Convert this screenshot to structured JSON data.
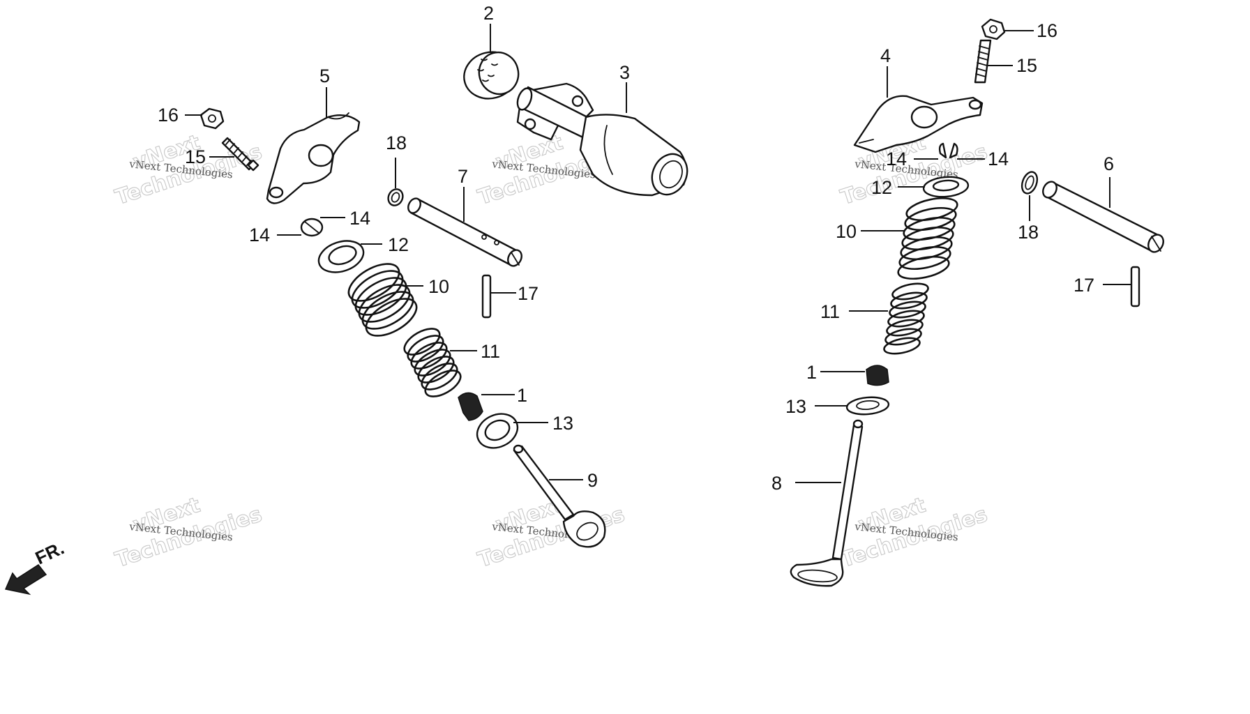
{
  "diagram": {
    "watermark_line1": "vNext",
    "watermark_line2": "Technologies",
    "watermark_small": "vNext Technologies",
    "front_label": "FR.",
    "callouts": {
      "c1_left": "1",
      "c1_right": "1",
      "c2": "2",
      "c3": "3",
      "c4": "4",
      "c5": "5",
      "c6": "6",
      "c7": "7",
      "c8": "8",
      "c9": "9",
      "c10_left": "10",
      "c10_right": "10",
      "c11_left": "11",
      "c11_right": "11",
      "c12_left": "12",
      "c12_right": "12",
      "c13_left": "13",
      "c13_right": "13",
      "c14_left_a": "14",
      "c14_left_b": "14",
      "c14_right_a": "14",
      "c14_right_b": "14",
      "c15_left": "15",
      "c15_right": "15",
      "c16_left": "16",
      "c16_right": "16",
      "c17_left": "17",
      "c17_right": "17",
      "c18_left": "18",
      "c18_right": "18"
    }
  }
}
